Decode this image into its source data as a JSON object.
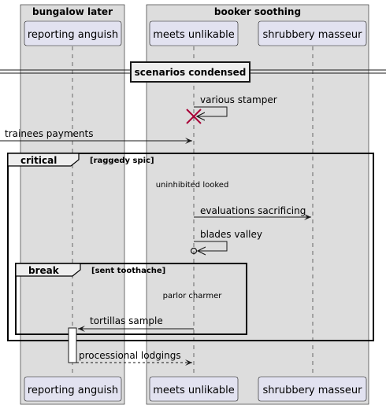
{
  "boxes": [
    {
      "title": "bungalow later"
    },
    {
      "title": "booker soothing"
    }
  ],
  "participants": [
    {
      "label": "reporting anguish"
    },
    {
      "label": "meets unlikable"
    },
    {
      "label": "shrubbery masseur"
    }
  ],
  "divider": {
    "label": "scenarios condensed"
  },
  "messages": [
    {
      "label": "various stamper"
    },
    {
      "label": "trainees payments"
    },
    {
      "label": "evaluations sacrificing"
    },
    {
      "label": "blades valley"
    },
    {
      "label": "tortillas sample"
    },
    {
      "label": "processional lodgings"
    }
  ],
  "notes": [
    {
      "label": "uninhibited looked"
    },
    {
      "label": "parlor charmer"
    }
  ],
  "groups": [
    {
      "keyword": "critical",
      "condition": "[raggedy spic]"
    },
    {
      "keyword": "break",
      "condition": "[sent toothache]"
    }
  ],
  "colors": {
    "box_fill": "#dddddd",
    "participant_fill": "#e2e2f0",
    "destroy": "#a80036",
    "line": "#181818"
  }
}
